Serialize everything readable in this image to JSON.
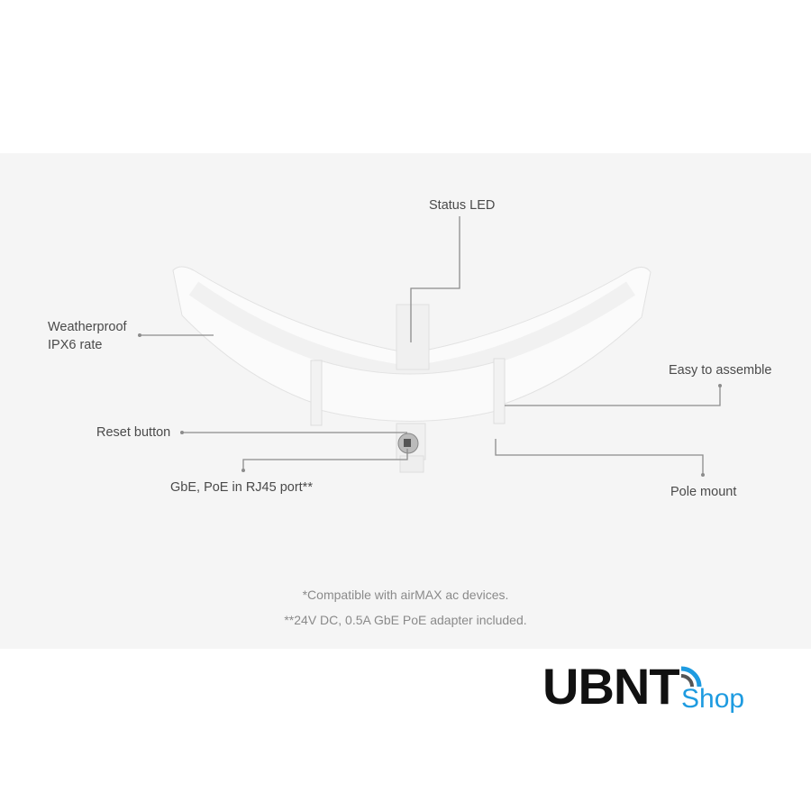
{
  "labels": {
    "status_led": "Status LED",
    "weatherproof_line1": "Weatherproof",
    "weatherproof_line2": "IPX6 rate",
    "easy_assemble": "Easy to assemble",
    "reset_button": "Reset button",
    "rj45_port": "GbE, PoE in RJ45 port**",
    "pole_mount": "Pole mount"
  },
  "notes": {
    "compat": "*Compatible with airMAX ac devices.",
    "adapter": "**24V DC, 0.5A GbE PoE adapter included."
  },
  "logo": {
    "main": "UBNT",
    "sub": "Shop",
    "accent": "#1e9be0"
  }
}
